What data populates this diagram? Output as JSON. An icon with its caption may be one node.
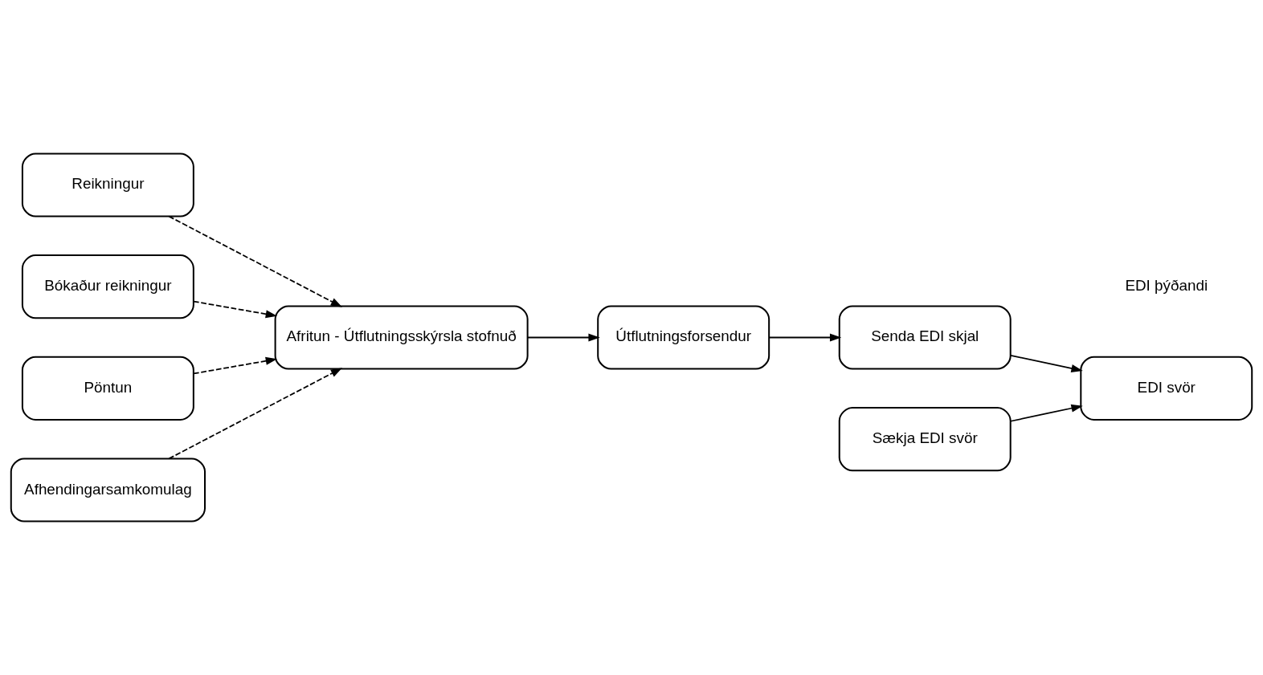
{
  "diagram": {
    "nodes": [
      {
        "text": [
          "Reikningur"
        ]
      },
      {
        "text": [
          "Bókaður reikningur"
        ]
      },
      {
        "text": [
          "Pöntun"
        ]
      },
      {
        "text": [
          "Afhendingarsamkomulag"
        ]
      },
      {
        "text": [
          "Afritun - Útflutningsskýrsla stofnuð"
        ]
      },
      {
        "text": [
          "Útflutningsforsendur"
        ]
      },
      {
        "text": [
          "Senda EDI skjal"
        ]
      },
      {
        "text": [
          "Sækja EDI svör"
        ]
      },
      {
        "text": [
          "EDI svör"
        ]
      }
    ],
    "edges": [
      {
        "from": 0,
        "to": 4,
        "arrow": "to",
        "style": "dashed"
      },
      {
        "from": 1,
        "to": 4,
        "arrow": "to",
        "style": "dashed"
      },
      {
        "from": 2,
        "to": 4,
        "arrow": "to",
        "style": "dashed"
      },
      {
        "from": 3,
        "to": 4,
        "arrow": "to",
        "style": "dashed"
      },
      {
        "from": 4,
        "to": 5,
        "arrow": "to"
      },
      {
        "from": 5,
        "to": 6,
        "arrow": "to"
      },
      {
        "from": 6,
        "to": 8,
        "arrow": "to"
      },
      {
        "from": 7,
        "to": 8,
        "arrow": "to"
      }
    ],
    "labels": [
      "EDI þýðandi"
    ]
  }
}
